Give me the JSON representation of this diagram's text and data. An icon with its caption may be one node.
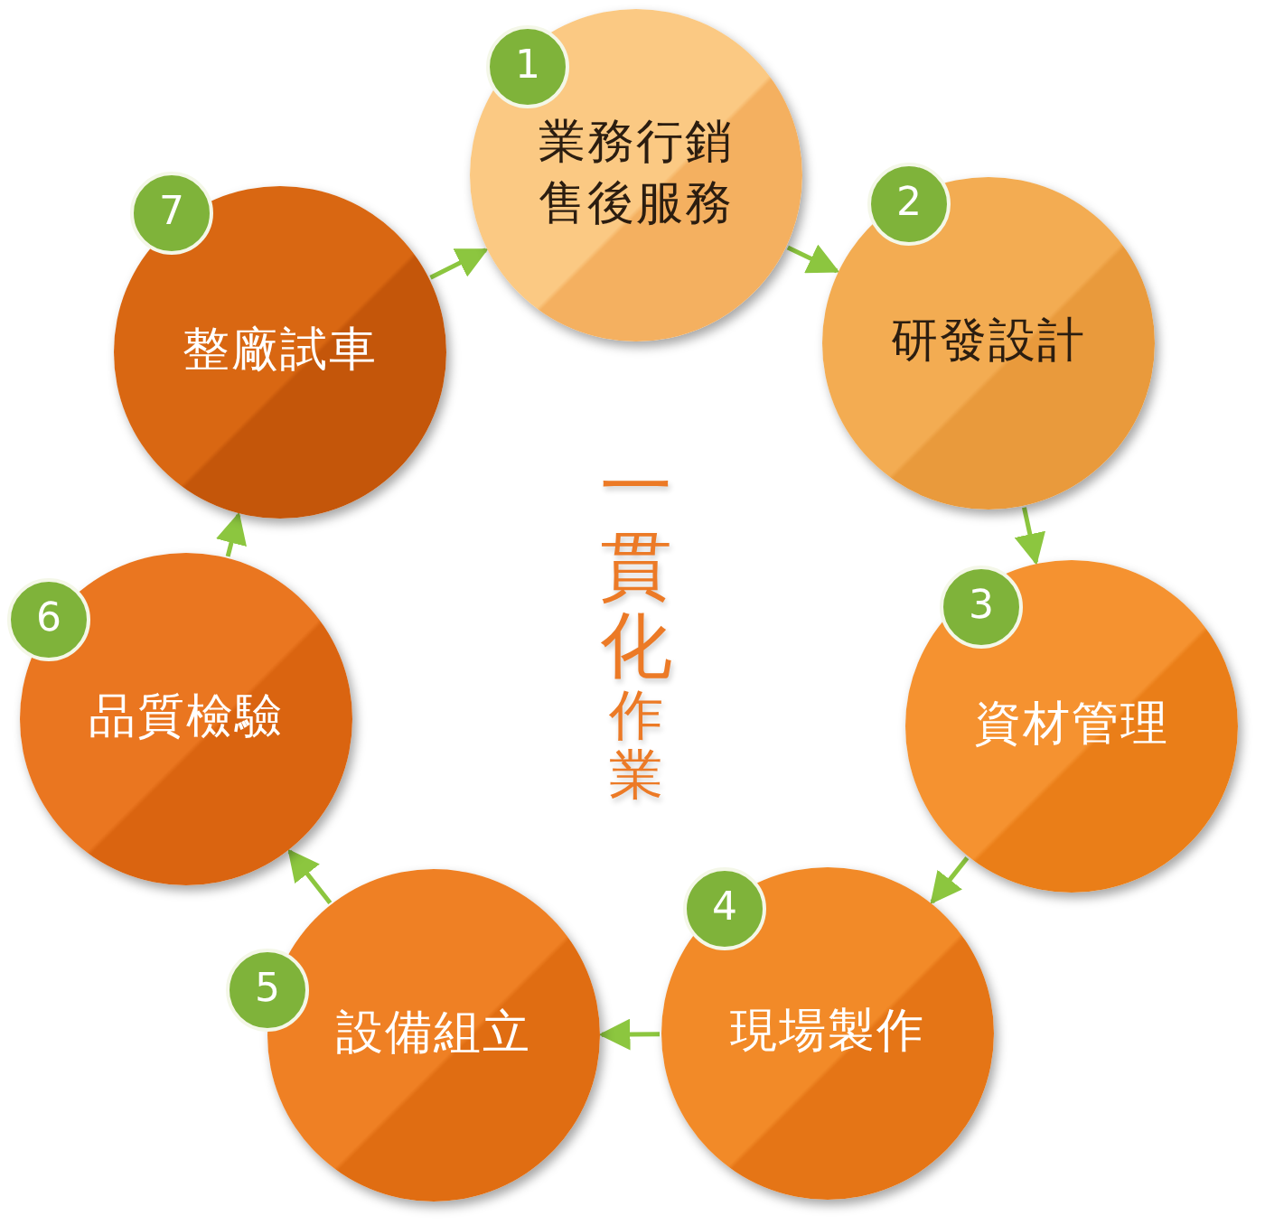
{
  "diagram": {
    "nodes": [
      {
        "text": [
          "1",
          "業務行銷售後服務"
        ]
      },
      {
        "text": [
          "2",
          "研發設計"
        ]
      },
      {
        "text": [
          "3",
          "資材管理"
        ]
      },
      {
        "text": [
          "4",
          "現場製作"
        ]
      },
      {
        "text": [
          "5",
          "設備組立"
        ]
      },
      {
        "text": [
          "6",
          "品質檢驗"
        ]
      },
      {
        "text": [
          "7",
          "整廠試車"
        ]
      }
    ],
    "edges": [
      {
        "from": 0,
        "to": 1,
        "arrow": "to"
      },
      {
        "from": 1,
        "to": 2,
        "arrow": "to"
      },
      {
        "from": 2,
        "to": 3,
        "arrow": "to"
      },
      {
        "from": 3,
        "to": 4,
        "arrow": "to"
      },
      {
        "from": 4,
        "to": 5,
        "arrow": "to"
      },
      {
        "from": 5,
        "to": 6,
        "arrow": "to"
      },
      {
        "from": 6,
        "to": 0,
        "arrow": "to"
      }
    ],
    "labels": [
      "一貫化",
      "作業"
    ]
  }
}
